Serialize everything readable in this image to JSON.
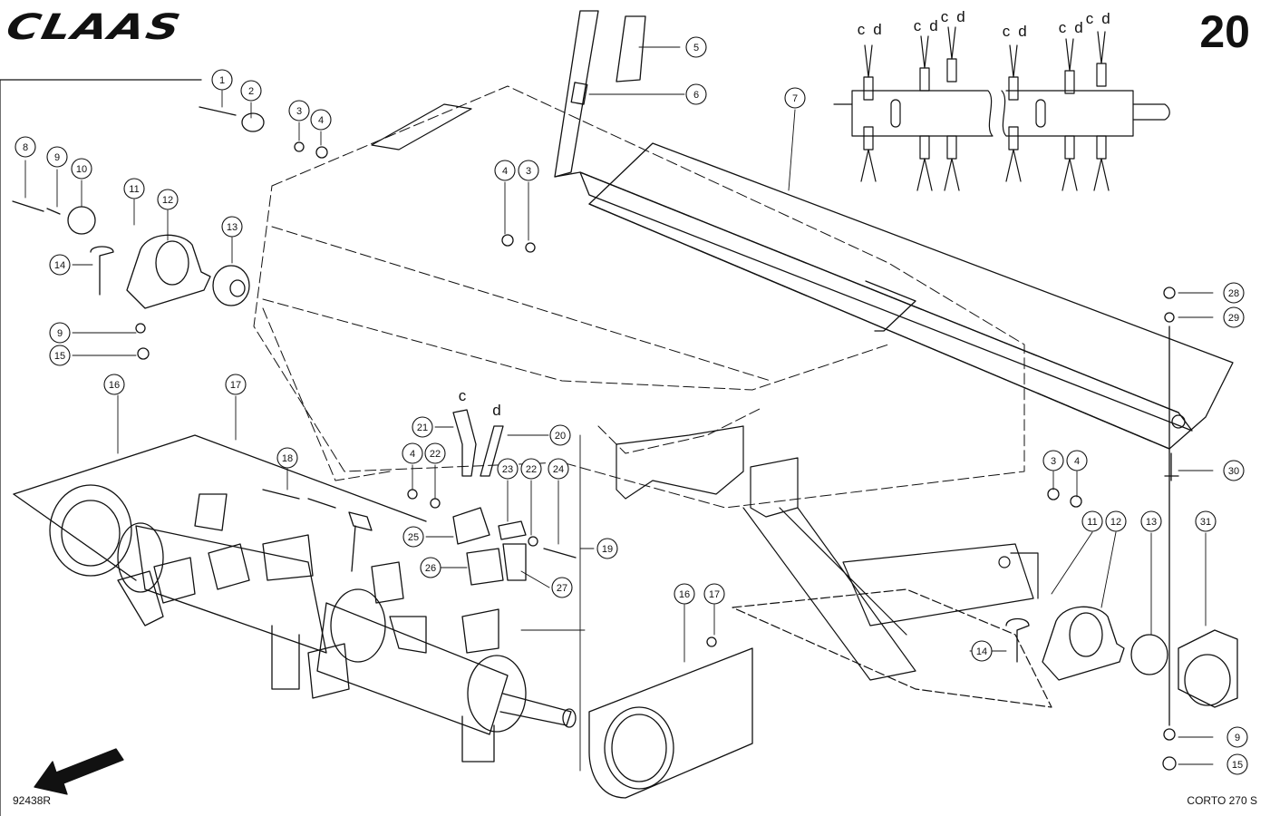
{
  "header": {
    "brand": "CLAAS",
    "page_number": "20"
  },
  "footer": {
    "drawing_code": "92438R",
    "model": "CORTO 270 S"
  },
  "chain_labels": [
    "c",
    "d"
  ],
  "callouts": [
    {
      "n": "1"
    },
    {
      "n": "2"
    },
    {
      "n": "3"
    },
    {
      "n": "4"
    },
    {
      "n": "5"
    },
    {
      "n": "6"
    },
    {
      "n": "7"
    },
    {
      "n": "8"
    },
    {
      "n": "9"
    },
    {
      "n": "10"
    },
    {
      "n": "11"
    },
    {
      "n": "12"
    },
    {
      "n": "13"
    },
    {
      "n": "14"
    },
    {
      "n": "9"
    },
    {
      "n": "15"
    },
    {
      "n": "4"
    },
    {
      "n": "3"
    },
    {
      "n": "16"
    },
    {
      "n": "17"
    },
    {
      "n": "18"
    },
    {
      "n": "21"
    },
    {
      "n": "20"
    },
    {
      "n": "4"
    },
    {
      "n": "22"
    },
    {
      "n": "23"
    },
    {
      "n": "22"
    },
    {
      "n": "24"
    },
    {
      "n": "25"
    },
    {
      "n": "26"
    },
    {
      "n": "27"
    },
    {
      "n": "19"
    },
    {
      "n": "16"
    },
    {
      "n": "17"
    },
    {
      "n": "28"
    },
    {
      "n": "29"
    },
    {
      "n": "30"
    },
    {
      "n": "3"
    },
    {
      "n": "4"
    },
    {
      "n": "11"
    },
    {
      "n": "12"
    },
    {
      "n": "13"
    },
    {
      "n": "31"
    },
    {
      "n": "14"
    },
    {
      "n": "9"
    },
    {
      "n": "15"
    }
  ]
}
